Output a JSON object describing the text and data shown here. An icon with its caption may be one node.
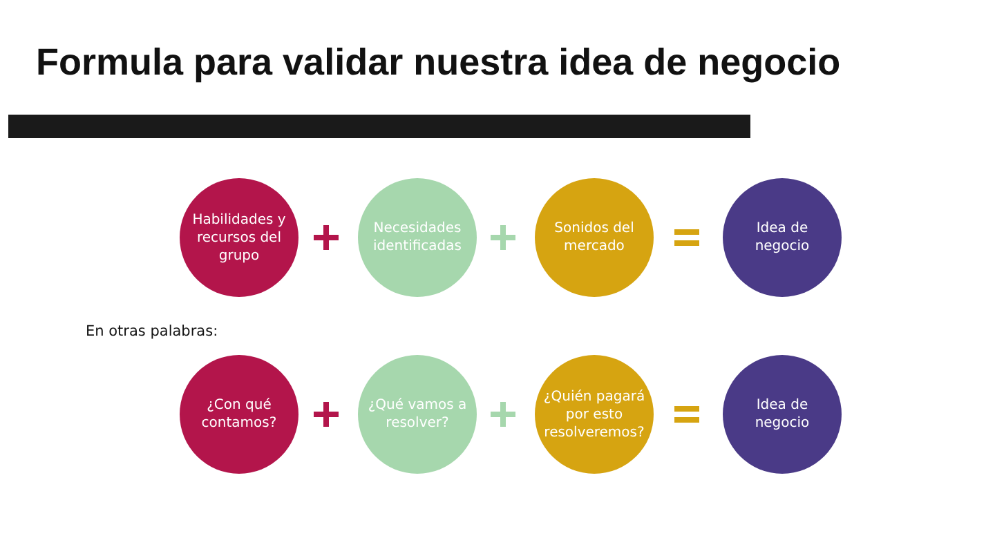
{
  "diagram": {
    "title": "Formula para validar nuestra idea de negocio",
    "nodes": [
      {
        "text": [],
        "shape": "bar"
      },
      {
        "text": [
          "Habilidades y recursos del grupo"
        ]
      },
      {
        "text": [
          "Necesidades identificadas"
        ]
      },
      {
        "text": [
          "Sonidos del mercado"
        ]
      },
      {
        "text": [
          "Idea de negocio"
        ]
      },
      {
        "text": [
          "¿Con qué contamos?"
        ]
      },
      {
        "text": [
          "¿Qué vamos a resolver?"
        ]
      },
      {
        "text": [
          "¿Quién pagará por esto resolveremos?"
        ]
      },
      {
        "text": [
          "Idea de negocio"
        ]
      }
    ],
    "edges": [],
    "labels": [
      "En otras palabras:"
    ]
  }
}
